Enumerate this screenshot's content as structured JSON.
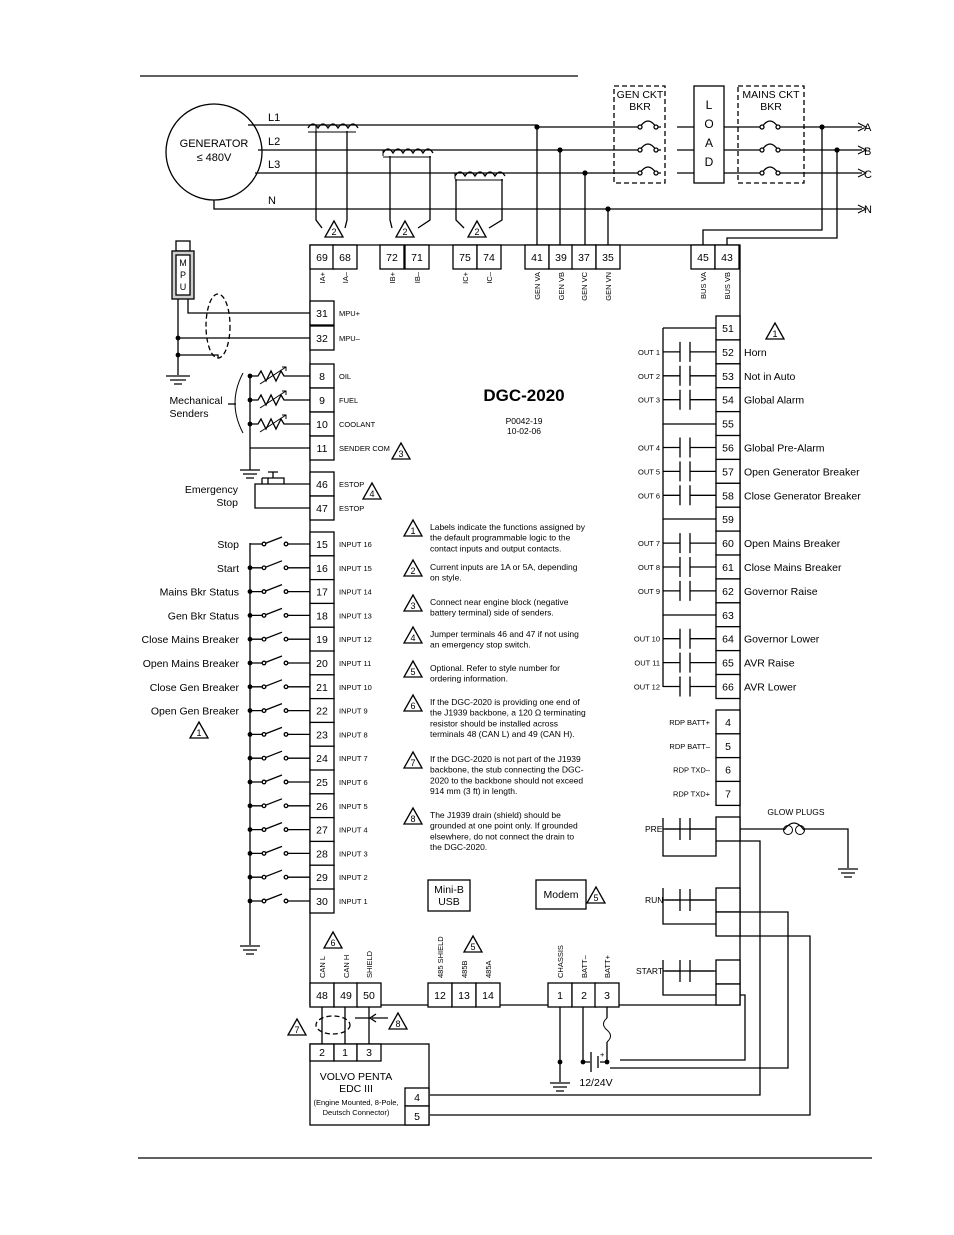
{
  "title": "DGC-2020",
  "part_number": "P0042-19",
  "date": "10-02-06",
  "generator": {
    "label": "GENERATOR",
    "rating": "≤ 480V"
  },
  "phases": [
    "L1",
    "L2",
    "L3",
    "N"
  ],
  "bus_lines": [
    "A",
    "B",
    "C",
    "N"
  ],
  "breakers": {
    "gen": [
      "GEN CKT",
      "BKR"
    ],
    "mains": [
      "MAINS CKT",
      "BKR"
    ],
    "load": [
      "L",
      "O",
      "A",
      "D"
    ]
  },
  "top_terminals": [
    {
      "num": "69",
      "sig": "IA+"
    },
    {
      "num": "68",
      "sig": "IA–"
    },
    {
      "num": "72",
      "sig": "IB+"
    },
    {
      "num": "71",
      "sig": "IB–"
    },
    {
      "num": "75",
      "sig": "IC+"
    },
    {
      "num": "74",
      "sig": "IC–"
    },
    {
      "num": "41",
      "sig": "GEN VA"
    },
    {
      "num": "39",
      "sig": "GEN VB"
    },
    {
      "num": "37",
      "sig": "GEN VC"
    },
    {
      "num": "35",
      "sig": "GEN VN"
    },
    {
      "num": "45",
      "sig": "BUS VA"
    },
    {
      "num": "43",
      "sig": "BUS VB"
    }
  ],
  "ct_note": "2",
  "mpu": {
    "label": "MPU"
  },
  "mpu_terminals": [
    {
      "num": "31",
      "sig": "MPU+"
    },
    {
      "num": "32",
      "sig": "MPU–"
    }
  ],
  "senders": {
    "label": [
      "Mechanical",
      "Senders"
    ],
    "items": [
      {
        "num": "8",
        "sig": "OIL"
      },
      {
        "num": "9",
        "sig": "FUEL"
      },
      {
        "num": "10",
        "sig": "COOLANT"
      },
      {
        "num": "11",
        "sig": "SENDER COM",
        "note": "3"
      }
    ]
  },
  "estop": {
    "label": [
      "Emergency",
      "Stop"
    ],
    "note": "4",
    "terminals": [
      {
        "num": "46",
        "sig": "ESTOP"
      },
      {
        "num": "47",
        "sig": "ESTOP"
      }
    ]
  },
  "inputs": [
    {
      "num": "15",
      "sig": "INPUT 16",
      "label": "Stop"
    },
    {
      "num": "16",
      "sig": "INPUT 15",
      "label": "Start"
    },
    {
      "num": "17",
      "sig": "INPUT 14",
      "label": "Mains Bkr Status"
    },
    {
      "num": "18",
      "sig": "INPUT 13",
      "label": "Gen Bkr Status"
    },
    {
      "num": "19",
      "sig": "INPUT 12",
      "label": "Close Mains Breaker"
    },
    {
      "num": "20",
      "sig": "INPUT 11",
      "label": "Open Mains Breaker"
    },
    {
      "num": "21",
      "sig": "INPUT 10",
      "label": "Close Gen Breaker"
    },
    {
      "num": "22",
      "sig": "INPUT 9",
      "label": "Open Gen Breaker"
    },
    {
      "num": "23",
      "sig": "INPUT 8",
      "label": ""
    },
    {
      "num": "24",
      "sig": "INPUT 7",
      "label": ""
    },
    {
      "num": "25",
      "sig": "INPUT 6",
      "label": ""
    },
    {
      "num": "26",
      "sig": "INPUT 5",
      "label": ""
    },
    {
      "num": "27",
      "sig": "INPUT 4",
      "label": ""
    },
    {
      "num": "28",
      "sig": "INPUT 3",
      "label": ""
    },
    {
      "num": "29",
      "sig": "INPUT 2",
      "label": ""
    },
    {
      "num": "30",
      "sig": "INPUT 1",
      "label": ""
    }
  ],
  "input_note": "1",
  "outputs": [
    {
      "num": "51",
      "out": "",
      "label": "",
      "note": "1"
    },
    {
      "num": "52",
      "out": "OUT 1",
      "label": "Horn"
    },
    {
      "num": "53",
      "out": "OUT 2",
      "label": "Not in Auto"
    },
    {
      "num": "54",
      "out": "OUT 3",
      "label": "Global Alarm"
    },
    {
      "num": "55",
      "out": "",
      "label": ""
    },
    {
      "num": "56",
      "out": "OUT 4",
      "label": "Global Pre-Alarm"
    },
    {
      "num": "57",
      "out": "OUT 5",
      "label": "Open Generator Breaker"
    },
    {
      "num": "58",
      "out": "OUT 6",
      "label": "Close Generator Breaker"
    },
    {
      "num": "59",
      "out": "",
      "label": ""
    },
    {
      "num": "60",
      "out": "OUT 7",
      "label": "Open Mains Breaker"
    },
    {
      "num": "61",
      "out": "OUT 8",
      "label": "Close Mains Breaker"
    },
    {
      "num": "62",
      "out": "OUT 9",
      "label": "Governor Raise"
    },
    {
      "num": "63",
      "out": "",
      "label": ""
    },
    {
      "num": "64",
      "out": "OUT 10",
      "label": "Governor Lower"
    },
    {
      "num": "65",
      "out": "OUT 11",
      "label": "AVR Raise"
    },
    {
      "num": "66",
      "out": "OUT 12",
      "label": "AVR Lower"
    }
  ],
  "rdp": [
    {
      "num": "4",
      "sig": "RDP BATT+"
    },
    {
      "num": "5",
      "sig": "RDP BATT–"
    },
    {
      "num": "6",
      "sig": "RDP TXD–"
    },
    {
      "num": "7",
      "sig": "RDP TXD+"
    }
  ],
  "relays": [
    "PRE",
    "RUN",
    "START"
  ],
  "glow_plugs": "GLOW PLUGS",
  "notes": [
    {
      "n": "1",
      "lines": [
        "Labels indicate the functions assigned by",
        "the default programmable logic to the",
        "contact inputs and output contacts."
      ]
    },
    {
      "n": "2",
      "lines": [
        "Current inputs are 1A or 5A, depending",
        "on style."
      ]
    },
    {
      "n": "3",
      "lines": [
        "Connect near engine block (negative",
        "battery terminal) side of senders."
      ]
    },
    {
      "n": "4",
      "lines": [
        "Jumper terminals 46 and 47 if not using",
        "an emergency stop switch."
      ]
    },
    {
      "n": "5",
      "lines": [
        "Optional. Refer to style number for",
        "ordering information."
      ]
    },
    {
      "n": "6",
      "lines": [
        "If the DGC-2020 is providing one end of",
        "the J1939 backbone, a 120 Ω terminating",
        "resistor should be installed across",
        "terminals 48 (CAN L) and 49 (CAN H)."
      ]
    },
    {
      "n": "7",
      "lines": [
        "If the DGC-2020 is not part of the J1939",
        "backbone, the stub connecting the DGC-",
        "2020 to the backbone should not exceed",
        "914 mm (3 ft) in length."
      ]
    },
    {
      "n": "8",
      "lines": [
        "The J1939 drain (shield) should be",
        "grounded at one point only. If grounded",
        "elsewhere, do not connect the drain to",
        "the DGC-2020."
      ]
    }
  ],
  "usb": [
    "Mini-B",
    "USB"
  ],
  "modem": {
    "label": "Modem",
    "note": "5"
  },
  "bottom_terminals": [
    {
      "num": "48",
      "sig": "CAN L"
    },
    {
      "num": "49",
      "sig": "CAN H"
    },
    {
      "num": "50",
      "sig": "SHIELD"
    },
    {
      "num": "12",
      "sig": "485 SHIELD"
    },
    {
      "num": "13",
      "sig": "485B"
    },
    {
      "num": "14",
      "sig": "485A"
    },
    {
      "num": "1",
      "sig": "CHASSIS"
    },
    {
      "num": "2",
      "sig": "BATT–"
    },
    {
      "num": "3",
      "sig": "BATT+"
    }
  ],
  "can_note": "6",
  "rs485_note": "5",
  "j1939_notes": {
    "stub": "7",
    "shield": "8"
  },
  "battery": "12/24V",
  "ecu": {
    "lines": [
      "VOLVO PENTA",
      "EDC III",
      "(Engine Mounted, 8-Pole,",
      "Deutsch Connector)"
    ],
    "top_pins": [
      "2",
      "1",
      "3"
    ],
    "side_pins": [
      "4",
      "5"
    ]
  }
}
